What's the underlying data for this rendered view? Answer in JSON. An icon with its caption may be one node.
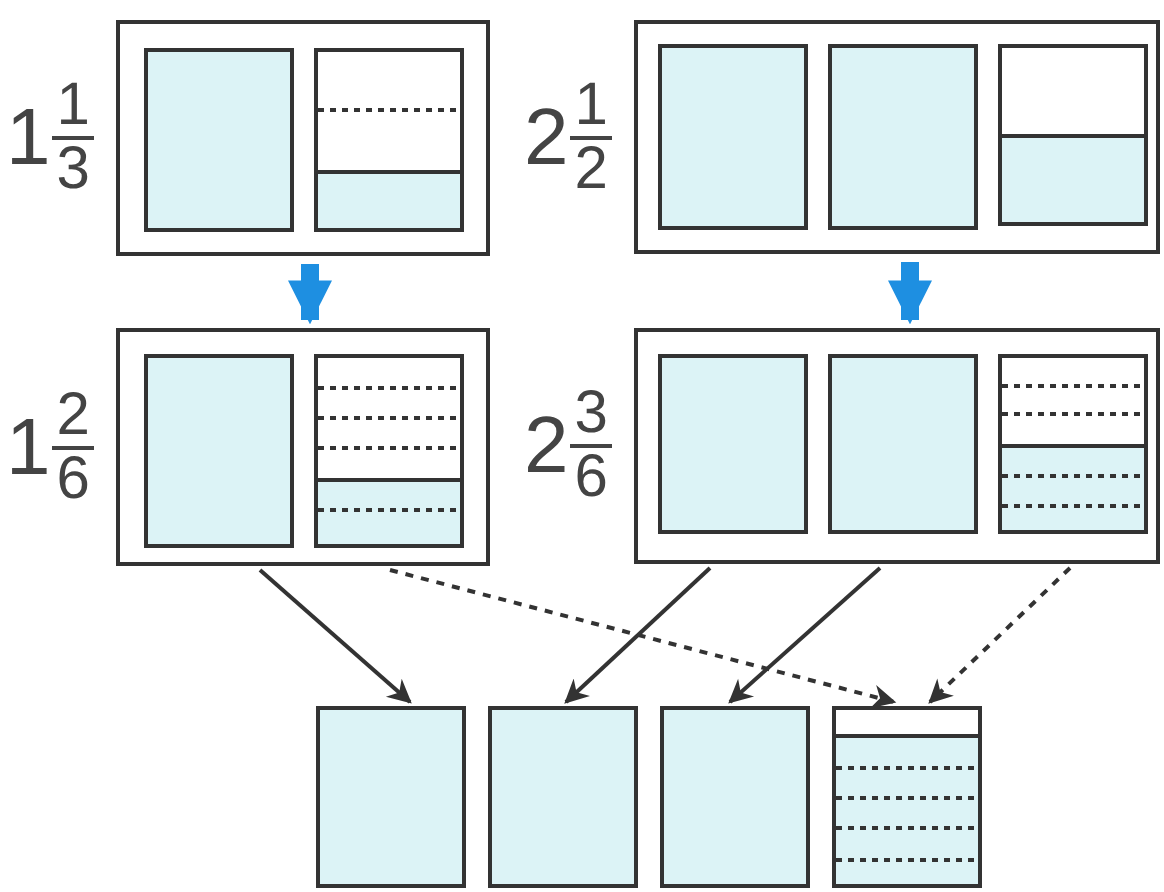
{
  "diagram": {
    "nodes": [
      {
        "text": [],
        "shape": "box",
        "beside": [
          "1",
          "1",
          "3"
        ]
      },
      {
        "text": [],
        "shape": "box",
        "in": 0
      },
      {
        "text": [],
        "shape": "box",
        "in": 0
      },
      {
        "text": [],
        "shape": "box",
        "beside": [
          "2",
          "1",
          "2"
        ]
      },
      {
        "text": [],
        "shape": "box",
        "in": 3
      },
      {
        "text": [],
        "shape": "box",
        "in": 3
      },
      {
        "text": [],
        "shape": "box",
        "in": 3
      },
      {
        "text": [],
        "shape": "box",
        "beside": [
          "1",
          "2",
          "6"
        ]
      },
      {
        "text": [],
        "shape": "box",
        "in": 7
      },
      {
        "text": [],
        "shape": "box",
        "in": 7
      },
      {
        "text": [],
        "shape": "box",
        "beside": [
          "2",
          "3",
          "6"
        ]
      },
      {
        "text": [],
        "shape": "box",
        "in": 10
      },
      {
        "text": [],
        "shape": "box",
        "in": 10
      },
      {
        "text": [],
        "shape": "box",
        "in": 10
      },
      {
        "text": [],
        "shape": "box"
      },
      {
        "text": [],
        "shape": "box"
      },
      {
        "text": [],
        "shape": "box"
      },
      {
        "text": [],
        "shape": "box"
      }
    ],
    "edges": [
      {
        "from": 0,
        "to": 7,
        "arrow": "to",
        "style": "thick",
        "color": "#1e8fe1"
      },
      {
        "from": 3,
        "to": 10,
        "arrow": "to",
        "style": "thick",
        "color": "#1e8fe1"
      },
      {
        "from": 7,
        "to": 14,
        "arrow": "to"
      },
      {
        "from": 7,
        "to": 17,
        "arrow": "to",
        "style": "dashed"
      },
      {
        "from": 10,
        "to": 15,
        "arrow": "to"
      },
      {
        "from": 10,
        "to": 16,
        "arrow": "to"
      },
      {
        "from": 10,
        "to": 17,
        "arrow": "to",
        "style": "dashed"
      }
    ]
  }
}
